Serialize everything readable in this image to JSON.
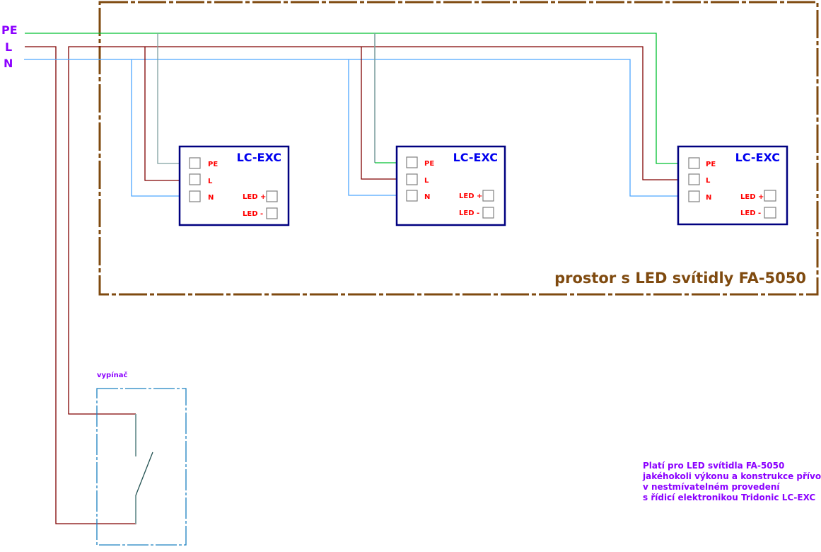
{
  "supply": {
    "pe": "PE",
    "l": "L",
    "n": "N"
  },
  "area_label": "prostor s LED svítidly FA-5050",
  "switch_label": "vypínač",
  "drivers": [
    {
      "title": "LC-EXC",
      "pe": "PE",
      "l": "L",
      "n": "N",
      "led_plus": "LED +",
      "led_minus": "LED -"
    },
    {
      "title": "LC-EXC",
      "pe": "PE",
      "l": "L",
      "n": "N",
      "led_plus": "LED +",
      "led_minus": "LED -"
    },
    {
      "title": "LC-EXC",
      "pe": "PE",
      "l": "L",
      "n": "N",
      "led_plus": "LED +",
      "led_minus": "LED -"
    }
  ],
  "note": [
    "Platí pro LED svítidla FA-5050",
    "jakéhokoli výkonu a konstrukce přívodu",
    "v nestmívatelném provedení",
    "s řídicí elektronikou Tridonic LC-EXC"
  ],
  "colors": {
    "pe": "#00c030",
    "l": "#800000",
    "n": "#4da6ff",
    "frame": "#7f4a0f",
    "switch_frame": "#1a80c0"
  }
}
